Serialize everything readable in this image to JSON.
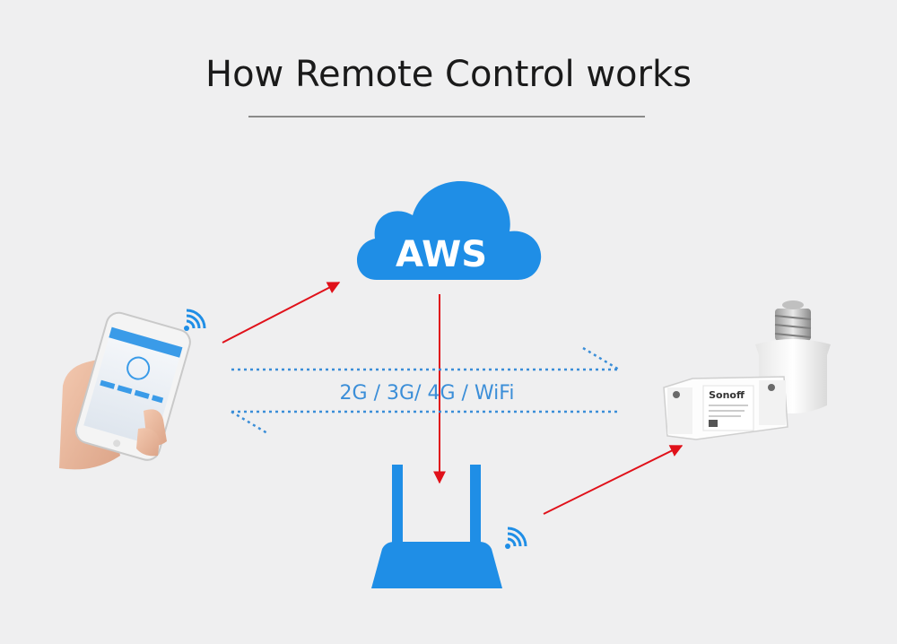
{
  "title": "How Remote Control works",
  "cloud": {
    "label": "AWS"
  },
  "network": {
    "label": "2G / 3G/ 4G / WiFi"
  },
  "device": {
    "brand": "Sonoff"
  },
  "colors": {
    "background": "#efeff0",
    "accent_blue": "#1f8ee6",
    "arrow_red": "#e0111a",
    "dotted_blue": "#3b8ed8"
  },
  "icons": {
    "phone": "smartphone-in-hand-icon",
    "cloud": "cloud-icon",
    "router": "wifi-router-icon",
    "switch": "smart-switch-icon",
    "lamp_socket": "lamp-socket-icon",
    "wifi": "wifi-signal-icon"
  }
}
